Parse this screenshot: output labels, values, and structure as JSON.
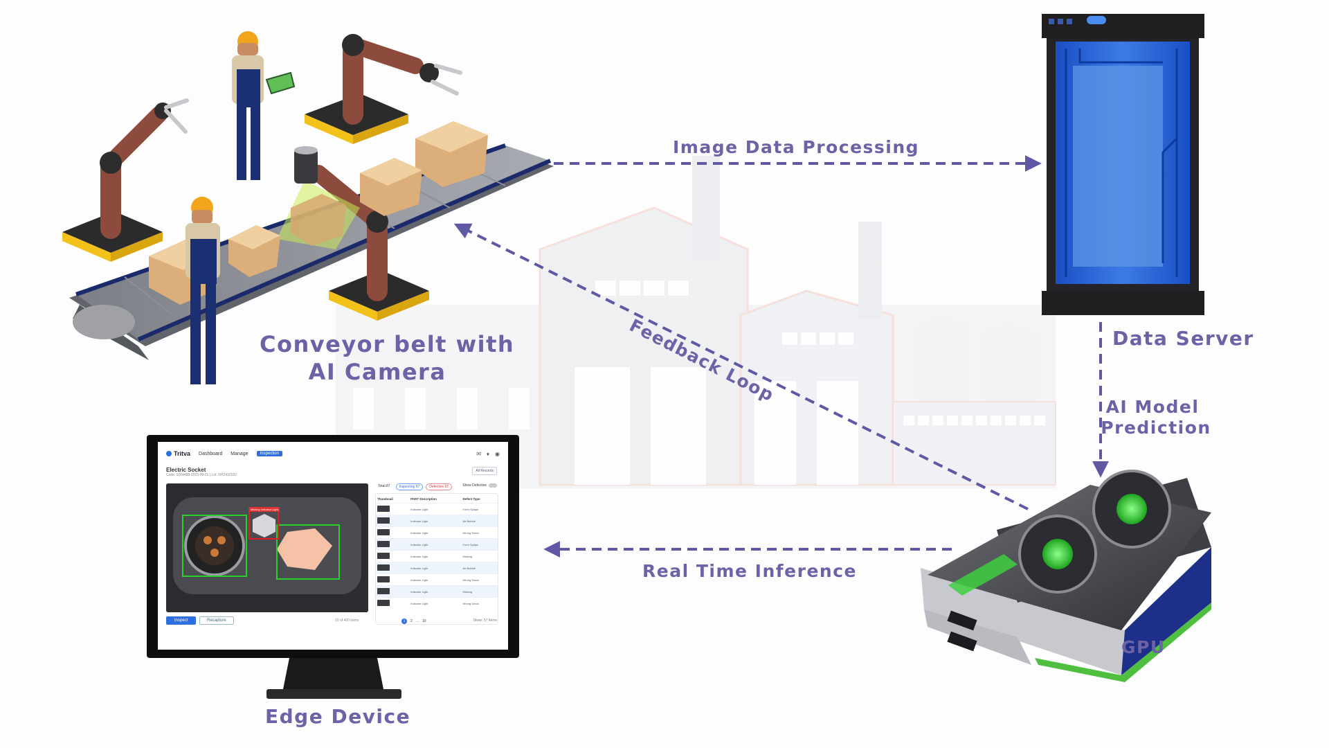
{
  "labels": {
    "conveyor_line1": "Conveyor belt with",
    "conveyor_line2": "AI Camera",
    "image_processing": "Image Data Processing",
    "data_server": "Data Server",
    "ai_model_line1": "AI Model",
    "ai_model_line2": "Prediction",
    "feedback_loop": "Feedback Loop",
    "real_time": "Real Time Inference",
    "gpu": "GPU",
    "edge_device": "Edge Device"
  },
  "colors": {
    "label": "#6b63a6",
    "arrow": "#5f58a3",
    "screen_accent": "#2f6fe0",
    "gpu_fan": "#3fcf3f"
  },
  "edge_ui": {
    "brand": "Tritva",
    "nav": [
      "Dashboard",
      "Manage"
    ],
    "nav_active": "Inspection",
    "title": "Electric Socket",
    "subtitle": "Code: 5204488-2023-09-01 | Lot: RH2432532",
    "all_records": "All Records",
    "chips": [
      "Total 87",
      "Inspecting 87",
      "Defective 57"
    ],
    "toggle_label": "Show Defective",
    "image_tag": "Missing Indicator Light",
    "table_headers": [
      "Thumbnail",
      "PART Description",
      "Defect Type"
    ],
    "rows": [
      [
        "Indicator Light",
        "Form Splaye"
      ],
      [
        "Indicator Light",
        "Air Bubble"
      ],
      [
        "Indicator Light",
        "Wrong Decal"
      ],
      [
        "Indicator Light",
        "Form Splaye"
      ],
      [
        "Indicator Light",
        "Missing"
      ],
      [
        "Indicator Light",
        "Air Bubble"
      ],
      [
        "Indicator Light",
        "Wrong Decal"
      ],
      [
        "Indicator Light",
        "Missing"
      ],
      [
        "Indicator Light",
        "Wrong Decal"
      ]
    ],
    "pager": [
      "1",
      "2",
      "...",
      "10"
    ],
    "show_text": "Show: 57 Items",
    "count_text": "10 of 400 items",
    "button_primary": "Inspect",
    "button_secondary": "Recapture"
  }
}
